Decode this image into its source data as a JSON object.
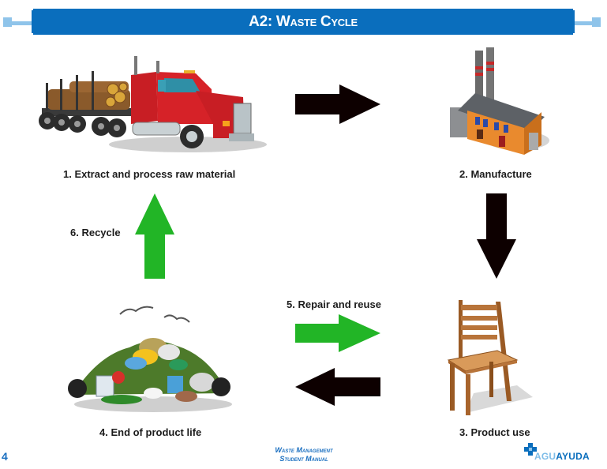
{
  "header": {
    "title": "A2: Waste Cycle"
  },
  "colors": {
    "brand_blue": "#0a6ebd",
    "light_blue": "#8fc4ea",
    "arrow_black": "#0d0000",
    "arrow_green": "#22b526"
  },
  "stages": [
    {
      "label": "1. Extract and process raw material",
      "icon": "logging-truck-icon"
    },
    {
      "label": "2. Manufacture",
      "icon": "factory-icon"
    },
    {
      "label": "3. Product use",
      "icon": "chair-icon"
    },
    {
      "label": "4. End of product life",
      "icon": "garbage-pile-icon"
    },
    {
      "label": "5. Repair and reuse",
      "icon": "arrow-right-green"
    },
    {
      "label": "6. Recycle",
      "icon": "arrow-up-green"
    }
  ],
  "footer": {
    "page_number": "4",
    "manual_line1": "Waste Management",
    "manual_line2": "Student Manual",
    "logo_part1": "AGU",
    "logo_part2": "AYUDA"
  }
}
